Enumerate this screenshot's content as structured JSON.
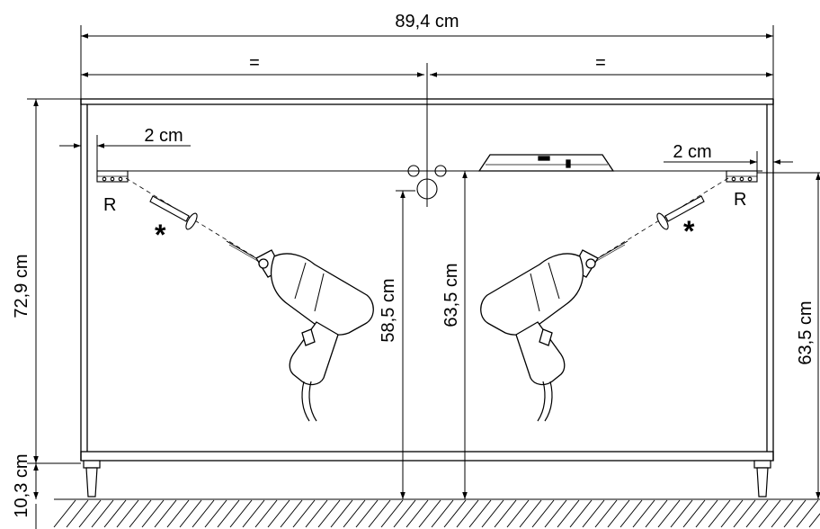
{
  "diagram": {
    "overall_width": "89,4 cm",
    "half_left": "=",
    "half_right": "=",
    "offset_left": "2 cm",
    "offset_right": "2 cm",
    "total_height": "72,9 cm",
    "leg_height": "10,3 cm",
    "center_height": "58,5 cm",
    "mark_height_center": "63,5 cm",
    "mark_height_right": "63,5 cm",
    "rail_left": "R",
    "rail_right": "R",
    "anchor_left": "*",
    "anchor_right": "*"
  },
  "colors": {
    "line": "#000000",
    "background": "#ffffff",
    "drill_fill": "#ffffff"
  },
  "icons": [
    "power-drill-icon",
    "spirit-level-icon",
    "wall-plug-icon",
    "hanging-rail-icon",
    "floor-hatch"
  ]
}
